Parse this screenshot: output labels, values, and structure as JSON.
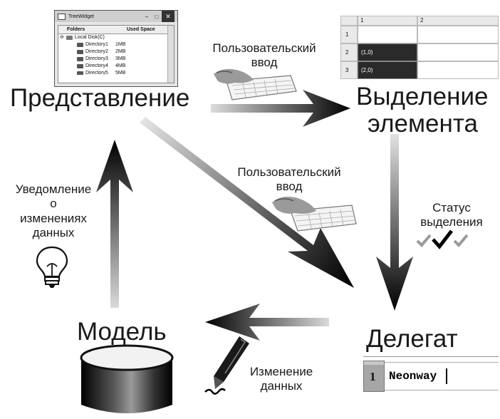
{
  "labels": {
    "view": "Представление",
    "selection_line1": "Выделение",
    "selection_line2": "элемента",
    "model": "Модель",
    "delegate": "Делегат"
  },
  "annotations": {
    "user_input_top": [
      "Пользовательский",
      "ввод"
    ],
    "user_input_mid": [
      "Пользовательский",
      "ввод"
    ],
    "notification": [
      "Уведомление",
      "о",
      "изменениях",
      "данных"
    ],
    "selection_status": [
      "Статус",
      "выделения"
    ],
    "data_change": [
      "Изменение",
      "данных"
    ]
  },
  "tree_widget": {
    "title": "TreeWidget",
    "col_folders": "Folders",
    "col_used": "Used Space",
    "root": "Local Disk(C)",
    "rows": [
      {
        "name": "Directory1",
        "size": "1MB"
      },
      {
        "name": "Directory2",
        "size": "2MB"
      },
      {
        "name": "Directory3",
        "size": "3MB"
      },
      {
        "name": "Directory4",
        "size": "4MB"
      },
      {
        "name": "Directory5",
        "size": "5MB"
      }
    ]
  },
  "table_widget": {
    "col_headers": [
      "1",
      "2"
    ],
    "row_headers": [
      "1",
      "2",
      "3"
    ],
    "cells": [
      "",
      "(1,0)",
      "(2,0)"
    ]
  },
  "delegate_editor": {
    "row_number": "1",
    "value": "Neonway"
  },
  "icons": [
    "keyboard-icon",
    "keyboard-icon",
    "lightbulb-icon",
    "checkmarks-icon",
    "pen-icon",
    "database-icon"
  ]
}
